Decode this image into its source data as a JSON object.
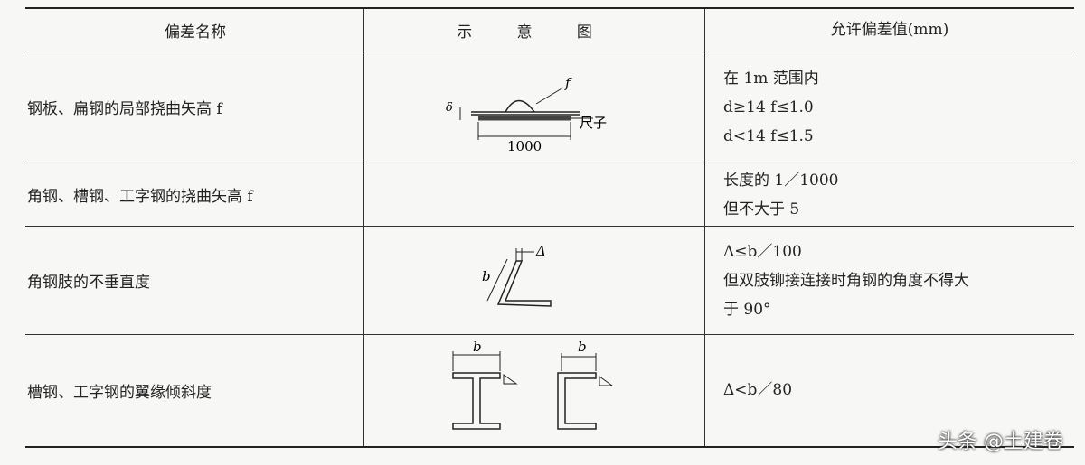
{
  "headers": {
    "name": "偏差名称",
    "diagram": "示 意 图",
    "allowed": "允许偏差值(mm)"
  },
  "rows": [
    {
      "name": "钢板、扁钢的局部挠曲矢高 f",
      "diagram_labels": {
        "f": "f",
        "delta": "δ",
        "ruler": "尺子",
        "length": "1000"
      },
      "allowed": [
        "在 1m 范围内",
        "d≥14 f≤1.0",
        "d<14 f≤1.5"
      ]
    },
    {
      "name": "角钢、槽钢、工字钢的挠曲矢高 f",
      "allowed": [
        "长度的 1／1000",
        "但不大于 5"
      ]
    },
    {
      "name": "角钢肢的不垂直度",
      "diagram_labels": {
        "delta": "Δ",
        "b": "b"
      },
      "allowed": [
        "Δ≤b／100",
        "但双肢铆接连接时角钢的角度不得大",
        "于 90°"
      ]
    },
    {
      "name": "槽钢、工字钢的翼缘倾斜度",
      "diagram_labels": {
        "b1": "b",
        "b2": "b"
      },
      "allowed": [
        "Δ<b／80"
      ]
    }
  ],
  "watermark": "头条 @土建卷"
}
